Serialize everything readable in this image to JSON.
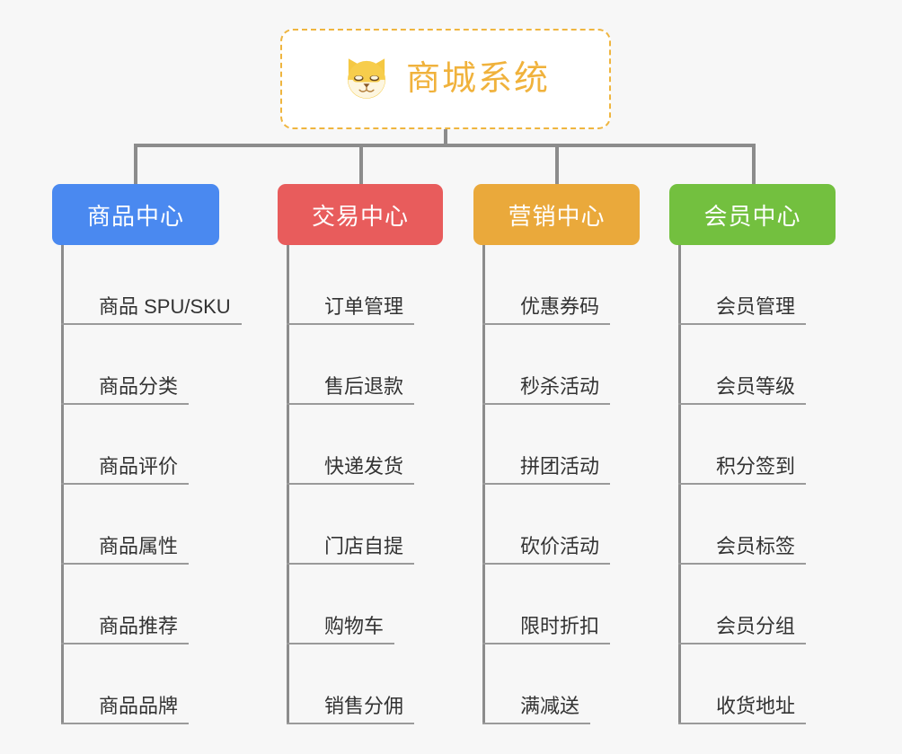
{
  "root": {
    "title": "商城系统",
    "icon": "shiba-dog-icon",
    "border_color": "#efb53f",
    "text_color": "#f0b23c",
    "background": "#ffffff"
  },
  "canvas": {
    "background": "#f7f7f7",
    "connector_color": "#8c8c8c"
  },
  "branches": [
    {
      "label": "商品中心",
      "color": "#4a89f0",
      "leaves": [
        "商品 SPU/SKU",
        "商品分类",
        "商品评价",
        "商品属性",
        "商品推荐",
        "商品品牌"
      ]
    },
    {
      "label": "交易中心",
      "color": "#e85c5c",
      "leaves": [
        "订单管理",
        "售后退款",
        "快递发货",
        "门店自提",
        "购物车",
        "销售分佣"
      ]
    },
    {
      "label": "营销中心",
      "color": "#eaa93b",
      "leaves": [
        "优惠券码",
        "秒杀活动",
        "拼团活动",
        "砍价活动",
        "限时折扣",
        "满减送"
      ]
    },
    {
      "label": "会员中心",
      "color": "#73c03f",
      "leaves": [
        "会员管理",
        "会员等级",
        "积分签到",
        "会员标签",
        "会员分组",
        "收货地址"
      ]
    }
  ]
}
